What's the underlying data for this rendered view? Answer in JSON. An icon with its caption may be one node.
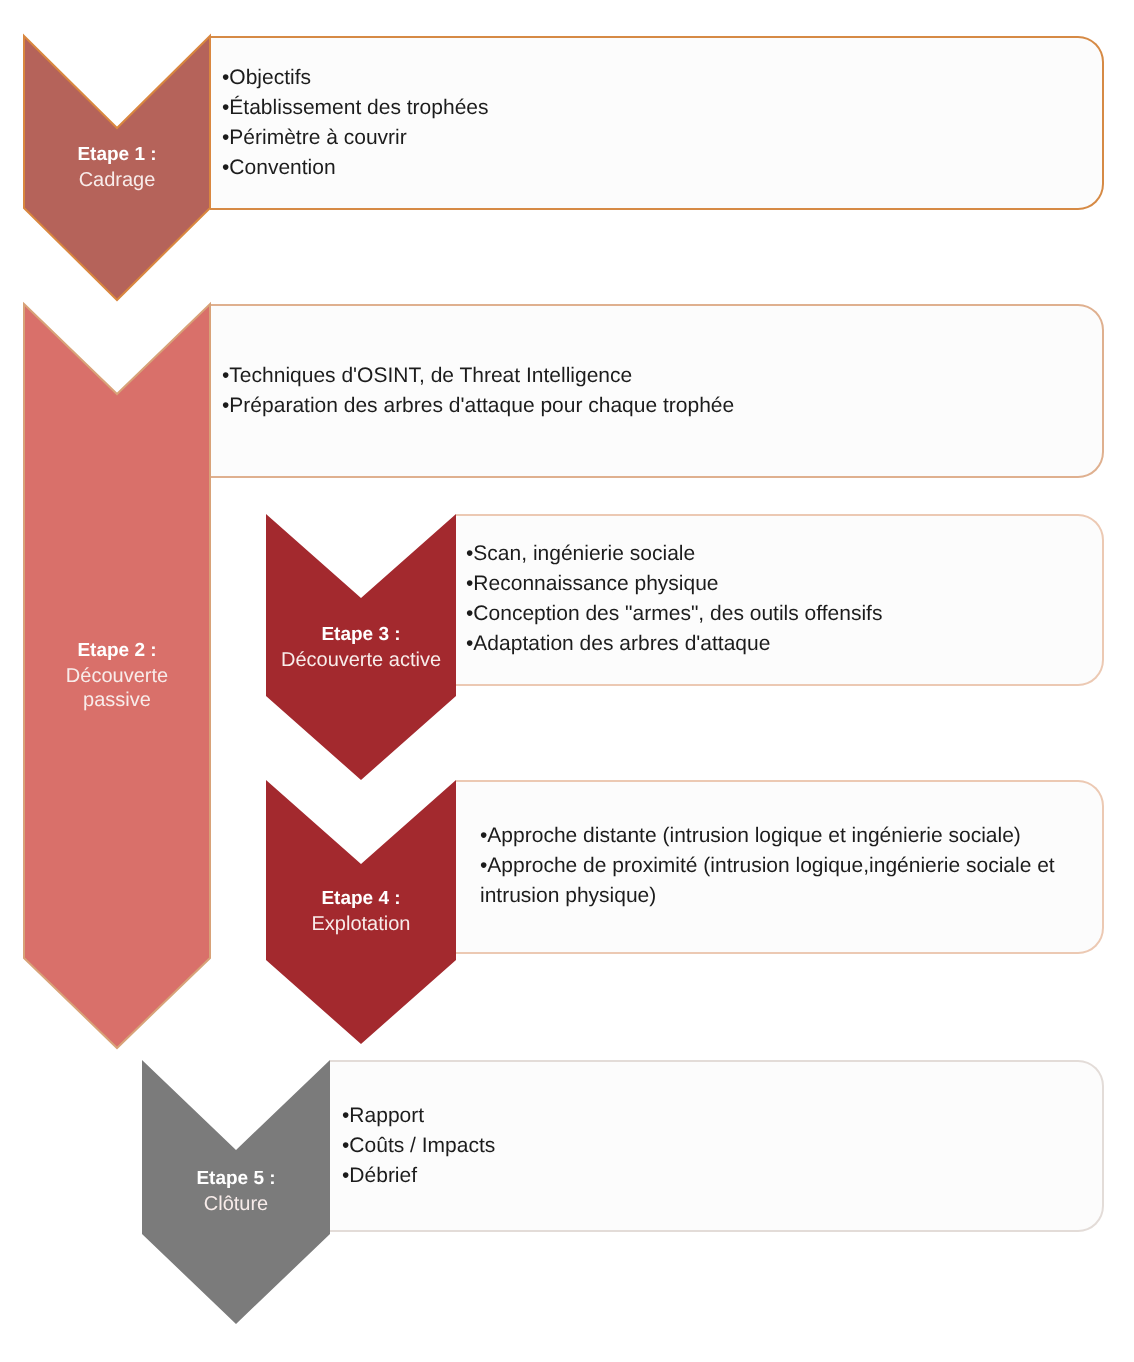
{
  "diagram": {
    "nodes": [
      {
        "text": [
          "Etape 1 :",
          "Cadrage"
        ]
      },
      {
        "text": [
          "•Objectifs",
          "•Établissement des trophées",
          "•Périmètre à couvrir",
          "•Convention"
        ]
      },
      {
        "text": [
          "Etape 2 :",
          "Découverte passive"
        ]
      },
      {
        "text": [
          "•Techniques d'OSINT, de Threat Intelligence",
          "•Préparation des arbres d'attaque pour chaque trophée"
        ]
      },
      {
        "text": [
          "Etape 3 :",
          "Découverte active"
        ]
      },
      {
        "text": [
          "•Scan, ingénierie sociale",
          "•Reconnaissance physique",
          "•Conception des \"armes\", des outils offensifs",
          "•Adaptation des arbres d'attaque"
        ]
      },
      {
        "text": [
          "Etape 4 :",
          "Explotation"
        ]
      },
      {
        "text": [
          "•Approche distante (intrusion logique et ingénierie sociale)",
          "•Approche de proximité (intrusion logique,ingénierie sociale et intrusion physique)"
        ]
      },
      {
        "text": [
          "Etape 5 :",
          "Clôture"
        ]
      },
      {
        "text": [
          "•Rapport",
          "•Coûts / Impacts",
          "•Débrief"
        ]
      }
    ]
  }
}
